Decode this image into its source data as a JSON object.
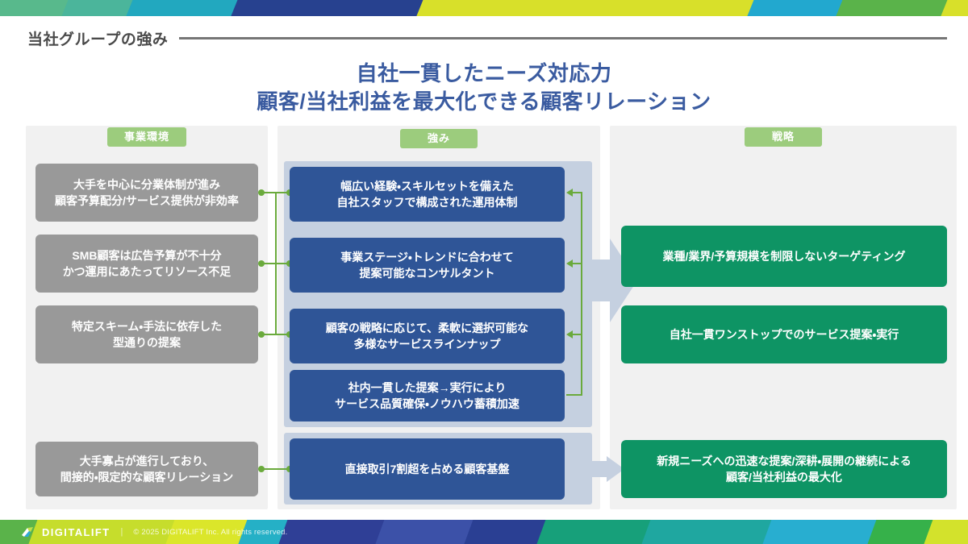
{
  "header": {
    "title": "当社グループの強み"
  },
  "main_title": {
    "line1": "自社一貫したニーズ対応力",
    "line2": "顧客/当社利益を最大化できる顧客リレーション"
  },
  "columns": {
    "environment": {
      "badge": "事業環境",
      "boxes": [
        {
          "line1": "大手を中心に分業体制が進み",
          "line2": "顧客予算配分/サービス提供が非効率"
        },
        {
          "line1": "SMB顧客は広告予算が不十分",
          "line2": "かつ運用にあたってリソース不足"
        },
        {
          "line1": "特定スキーム・手法に依存した",
          "line2": "型通りの提案"
        },
        {
          "line1": "大手寡占が進行しており、",
          "line2": "間接的・限定的な顧客リレーション"
        }
      ]
    },
    "strength": {
      "badge": "強み",
      "boxes": [
        {
          "line1": "幅広い経験・スキルセットを備えた",
          "line2": "自社スタッフで構成された運用体制"
        },
        {
          "line1": "事業ステージ・トレンドに合わせて",
          "line2": "提案可能なコンサルタント"
        },
        {
          "line1": "顧客の戦略に応じて、柔軟に選択可能な",
          "line2": "多様なサービスラインナップ"
        },
        {
          "line1": "社内一貫した提案→実行により",
          "line2": "サービス品質確保・ノウハウ蓄積加速"
        },
        {
          "line1": "直接取引7割超を占める顧客基盤",
          "line2": ""
        }
      ]
    },
    "strategy": {
      "badge": "戦略",
      "boxes": [
        {
          "line1": "業種/業界/予算規模を制限しないターゲティング",
          "line2": ""
        },
        {
          "line1": "自社一貫ワンストップでのサービス提案・実行",
          "line2": ""
        },
        {
          "line1": "新規ニーズへの迅速な提案/深耕・展開の継続による",
          "line2": "顧客/当社利益の最大化"
        }
      ]
    }
  },
  "footer": {
    "brand": "DIGITALIFT",
    "separator": "|",
    "copyright": "© 2025 DIGITALIFT Inc. All rights reserved."
  },
  "colors": {
    "title_blue": "#3a5ba0",
    "box_gray": "#999999",
    "box_blue": "#2f5597",
    "box_green": "#0e9464",
    "badge_green": "#9ccc7d",
    "connector_green": "#6aaa3c",
    "panel_bg": "#f1f1f1",
    "subpanel_bg": "#c5d0e0"
  }
}
